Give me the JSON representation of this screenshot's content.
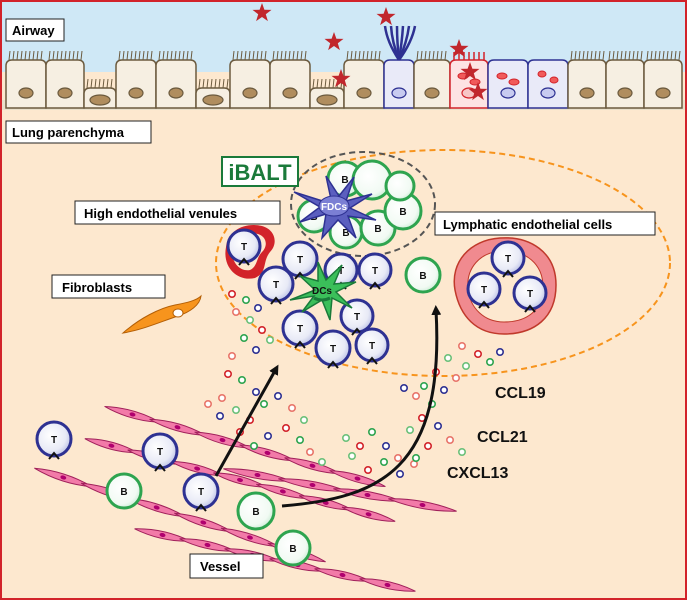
{
  "labels": {
    "airway": "Airway",
    "lung_parenchyma": "Lung parenchyma",
    "ibalt": "iBALT",
    "hev": "High endothelial venules",
    "lymphatic": "Lymphatic endothelial cells",
    "fibroblasts": "Fibroblasts",
    "vessel": "Vessel",
    "ccl19": "CCL19",
    "ccl21": "CCL21",
    "cxcl13": "CXCL13",
    "fdcs": "FDCs",
    "dcs": "DCs",
    "t": "T",
    "b": "B"
  },
  "colors": {
    "border": "#d2232a",
    "background": "#fde8cf",
    "airway": "#cfe8f6",
    "epithelium": "#f6efe2",
    "t_cell": "#2e3192",
    "b_cell": "#2ea44f",
    "dashed_oval": "#f7941d",
    "ibalt_green": "#1a7a3a",
    "vessel_cell": "#f27aa8",
    "vessel_nucleus": "#b0006e",
    "fibroblast": "#f7941d",
    "lymphatic": "#f08a8f",
    "star": "#c1272d",
    "arrow": "#111111"
  }
}
